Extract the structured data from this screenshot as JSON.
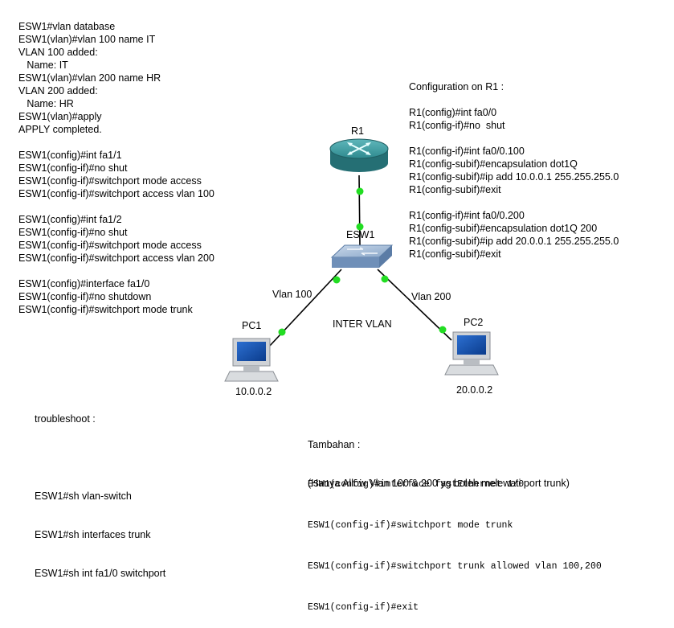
{
  "switch_config": [
    "ESW1#vlan database",
    "ESW1(vlan)#vlan 100 name IT",
    "VLAN 100 added:",
    "   Name: IT",
    "ESW1(vlan)#vlan 200 name HR",
    "VLAN 200 added:",
    "   Name: HR",
    "ESW1(vlan)#apply",
    "APPLY completed.",
    "",
    "ESW1(config)#int fa1/1",
    "ESW1(config-if)#no shut",
    "ESW1(config-if)#switchport mode access",
    "ESW1(config-if)#switchport access vlan 100",
    "",
    "ESW1(config)#int fa1/2",
    "ESW1(config-if)#no shut",
    "ESW1(config-if)#switchport mode access",
    "ESW1(config-if)#switchport access vlan 200",
    "",
    "ESW1(config)#interface fa1/0",
    "ESW1(config-if)#no shutdown",
    "ESW1(config-if)#switchport mode trunk"
  ],
  "router_config": [
    "Configuration on R1 :",
    "",
    "R1(config)#int fa0/0",
    "R1(config-if)#no  shut",
    "",
    "R1(config-if)#int fa0/0.100",
    "R1(config-subif)#encapsulation dot1Q",
    "R1(config-subif)#ip add 10.0.0.1 255.255.255.0",
    "R1(config-subif)#exit",
    "",
    "R1(config-if)#int fa0/0.200",
    "R1(config-subif)#encapsulation dot1Q 200",
    "R1(config-subif)#ip add 20.0.0.1 255.255.255.0",
    "R1(config-subif)#exit"
  ],
  "troubleshoot": {
    "title": "troubleshoot :",
    "lines": [
      "ESW1#sh vlan-switch",
      "ESW1#sh interfaces trunk",
      "ESW1#sh int fa1/0 switchport"
    ]
  },
  "tambahan": {
    "title": "Tambahan :",
    "subtitle": "(Hanya Allow Vlan 100 & 200 yg boleh melewati port trunk)",
    "lines": [
      "ESW1(config)#interface fastEthernet 1/0",
      "ESW1(config-if)#switchport mode trunk",
      "ESW1(config-if)#switchport trunk allowed vlan 100,200",
      "ESW1(config-if)#exit"
    ]
  },
  "topology": {
    "router_label": "R1",
    "switch_label": "ESW1",
    "pc1_label": "PC1",
    "pc2_label": "PC2",
    "pc1_ip": "10.0.0.2",
    "pc2_ip": "20.0.0.2",
    "vlan100_label": "Vlan 100",
    "vlan200_label": "Vlan 200",
    "center_label": "INTER VLAN",
    "link_dot_color": "#22dd22",
    "router_color": "#2f8a8f",
    "switch_color": "#7f9fc4"
  }
}
